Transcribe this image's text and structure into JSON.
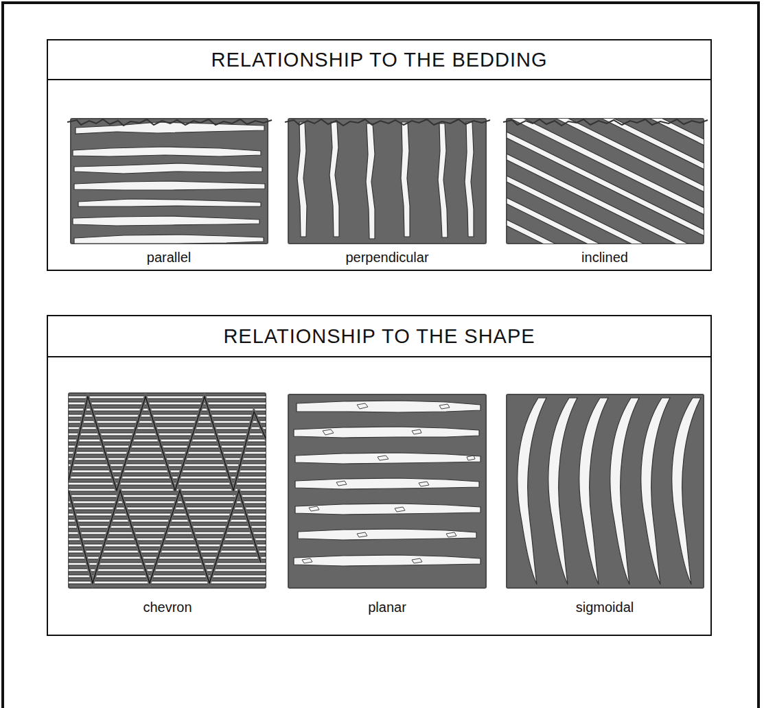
{
  "diagram": {
    "nodes": [
      {
        "text": [
          "RELATIONSHIP TO THE BEDDING"
        ]
      },
      {
        "text": [
          "RELATIONSHIP TO THE SHAPE"
        ]
      }
    ],
    "labels": [
      "parallel",
      "perpendicular",
      "inclined",
      "chevron",
      "planar",
      "sigmoidal"
    ]
  }
}
